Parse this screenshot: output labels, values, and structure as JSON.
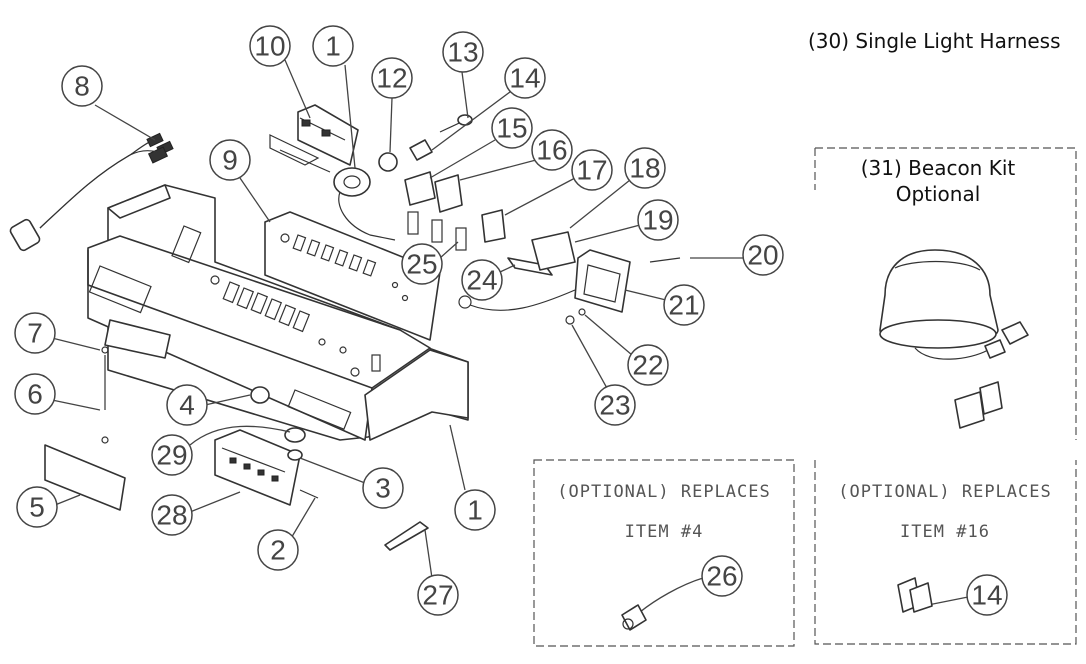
{
  "titles": {
    "harness": "(30) Single Light Harness",
    "beacon_line1": "(31) Beacon Kit",
    "beacon_line2": "Optional"
  },
  "optional_boxes": [
    {
      "line1": "(OPTIONAL) REPLACES",
      "line2": "ITEM #4"
    },
    {
      "line1": "(OPTIONAL) REPLACES",
      "line2": "ITEM #16"
    }
  ],
  "callouts": [
    "10",
    "1",
    "12",
    "13",
    "14",
    "8",
    "15",
    "16",
    "17",
    "18",
    "9",
    "19",
    "20",
    "25",
    "24",
    "21",
    "7",
    "22",
    "6",
    "4",
    "23",
    "3",
    "29",
    "1",
    "28",
    "5",
    "2",
    "27",
    "26",
    "14"
  ],
  "icons": {
    "bracket": "mounting-bracket-icon",
    "beacon": "amber-beacon-icon",
    "switch": "rocker-switch-icon"
  }
}
